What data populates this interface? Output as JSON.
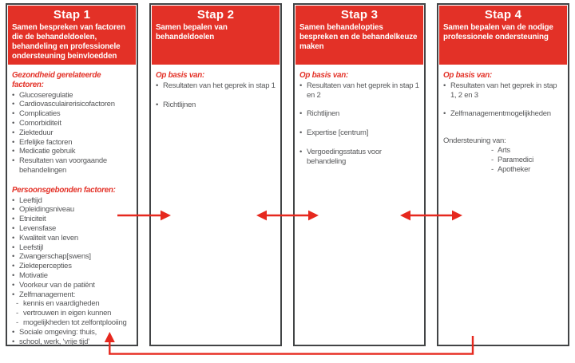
{
  "colors": {
    "header_red": "#e33127",
    "arrow_red": "#e6281e",
    "border_gray": "#424446",
    "text_gray": "#57585a"
  },
  "columns": [
    {
      "title": "Stap 1",
      "subtitle": "Samen bespreken van factoren die de behandeldoelen, behandeling en professionele ondersteuning beinvloedden",
      "sections": [
        {
          "heading": "Gezondheid gerelateerde factoren:",
          "items": [
            "Glucoseregulatie",
            "Cardiovasculairerisicofactoren",
            "Complicaties",
            "Comorbiditeit",
            "Ziekteduur",
            "Erfelijke factoren",
            "Medicatie gebruik",
            "Resultaten van voorgaande behandelingen"
          ]
        },
        {
          "heading": "Persoonsgebonden factoren:",
          "items": [
            "Leeftijd",
            "Opleidingsniveau",
            "Etniciteit",
            "Levensfase",
            "Kwaliteit van leven",
            "Leefstijl",
            "Zwangerschap[swens]",
            "Ziektepercepties",
            "Motivatie",
            "Voorkeur van de patiënt",
            "Zelfmanagement:",
            "kennis en vaardigheden",
            "vertrouwen in eigen kunnen",
            "mogelijkheden tot zelfontplooiing",
            "Sociale omgeving: thuis,",
            "school, werk, ‘vrije tijd’"
          ]
        }
      ]
    },
    {
      "title": "Stap 2",
      "subtitle": "Samen bepalen van behandeldoelen",
      "sections": [
        {
          "heading": "Op basis van:",
          "items": [
            "Resultaten van het geprek in stap 1",
            "Richtlijnen"
          ]
        }
      ]
    },
    {
      "title": "Stap 3",
      "subtitle": "Samen behandelopties bespreken en de behandelkeuze maken",
      "sections": [
        {
          "heading": "Op basis van:",
          "items": [
            "Resultaten van het geprek in stap 1 en 2",
            "Richtlijnen",
            "Expertise [centrum]",
            "Vergoedingsstatus voor behandeling"
          ]
        }
      ]
    },
    {
      "title": "Stap 4",
      "subtitle": "Samen bepalen van de nodige professionele ondersteuning",
      "sections": [
        {
          "heading": "Op basis van:",
          "items": [
            "Resultaten van het geprek in stap 1, 2 en 3",
            "Zelfmanagementmogelijkheden"
          ]
        }
      ],
      "support": {
        "label": "Ondersteuning van:",
        "items": [
          "Arts",
          "Paramedici",
          "Apotheker"
        ]
      }
    }
  ]
}
